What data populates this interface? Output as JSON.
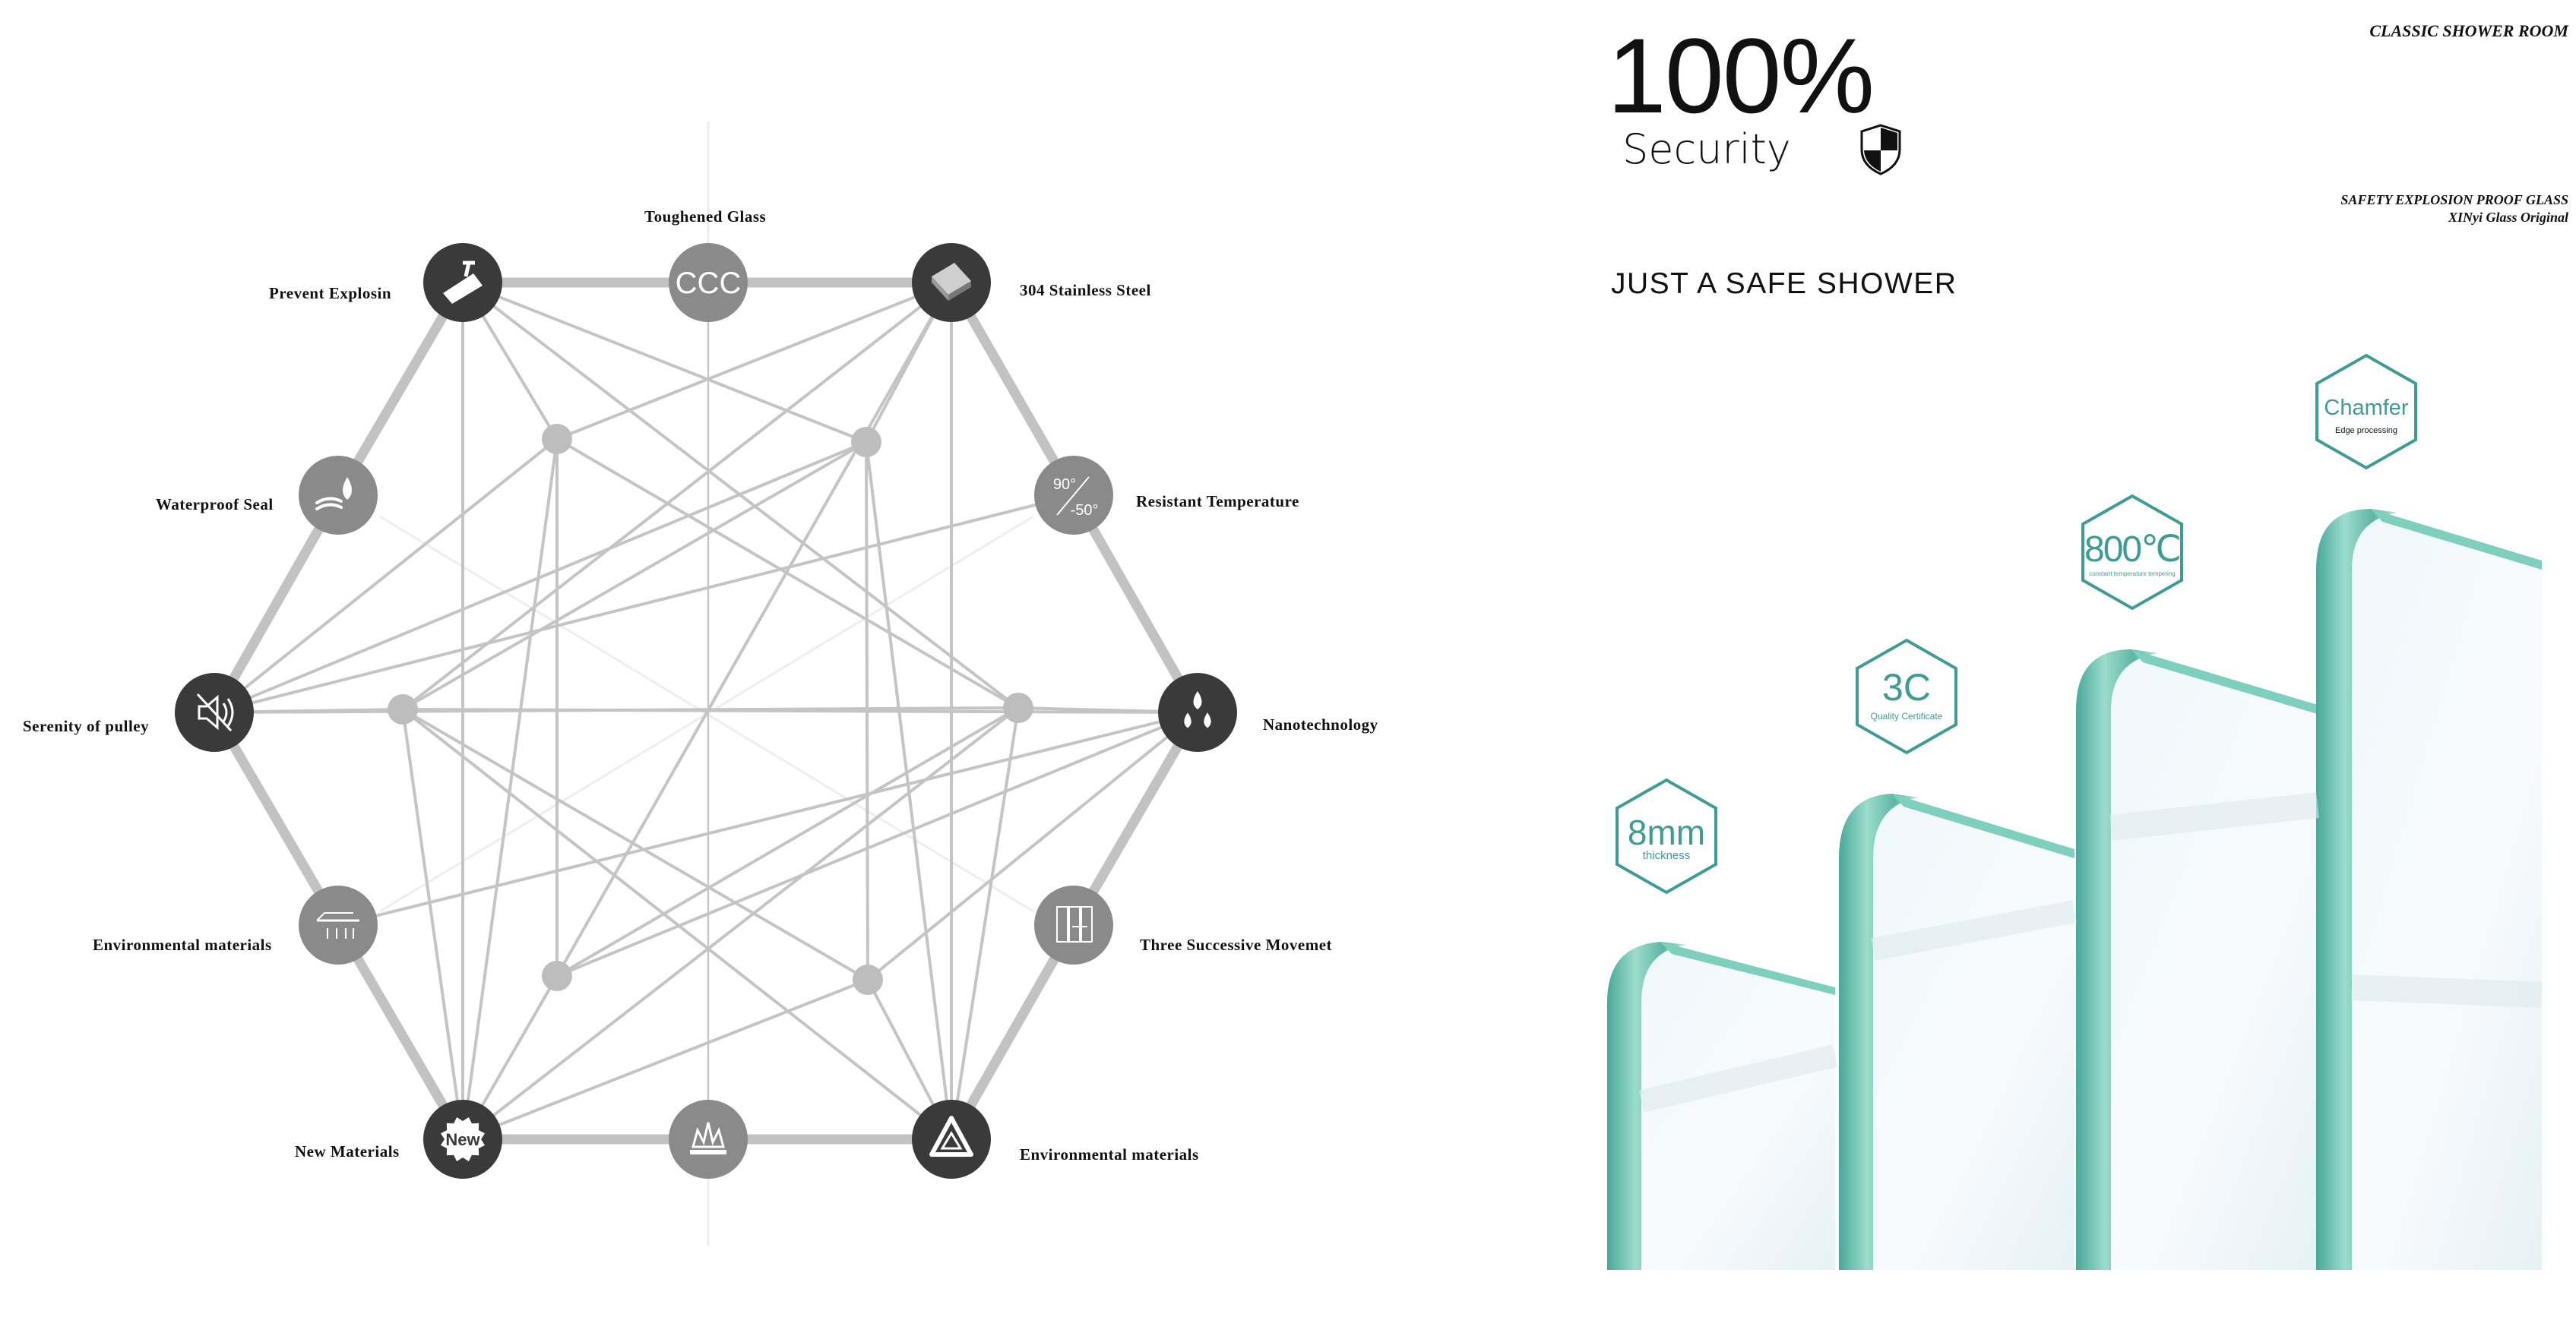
{
  "diagram": {
    "center_icon_labels": {
      "toughened": "CCC",
      "new": "New",
      "temp_hot": "90°",
      "temp_cold": "-50°"
    },
    "nodes": [
      {
        "id": "toughened-glass",
        "label": "Toughened Glass",
        "icon": "ccc-icon",
        "style": "mid"
      },
      {
        "id": "stainless-steel",
        "label": "304 Stainless Steel",
        "icon": "steel-bar-icon",
        "style": "dark"
      },
      {
        "id": "resistant-temperature",
        "label": "Resistant  Temperature",
        "icon": "temperature-icon",
        "style": "mid"
      },
      {
        "id": "nanotechnology",
        "label": "Nanotechnology",
        "icon": "water-drops-icon",
        "style": "dark"
      },
      {
        "id": "three-movement",
        "label": "Three Successive Movemet",
        "icon": "sliding-panels-icon",
        "style": "mid"
      },
      {
        "id": "environmental-materials-right",
        "label": "Environmental materials",
        "icon": "recycle-icon",
        "style": "dark"
      },
      {
        "id": "bottom-center",
        "label": "",
        "icon": "crown-icon",
        "style": "mid"
      },
      {
        "id": "new-materials",
        "label": "New Materials",
        "icon": "new-badge-icon",
        "style": "dark"
      },
      {
        "id": "environmental-materials-left",
        "label": "Environmental materials",
        "icon": "rain-icon",
        "style": "mid"
      },
      {
        "id": "serenity-pulley",
        "label": "Serenity of pulley",
        "icon": "mute-icon",
        "style": "dark"
      },
      {
        "id": "waterproof-seal",
        "label": "Waterproof Seal",
        "icon": "hand-drop-icon",
        "style": "mid"
      },
      {
        "id": "prevent-explosion",
        "label": "Prevent Explosin",
        "icon": "hammer-glass-icon",
        "style": "dark"
      }
    ]
  },
  "promo": {
    "percent": "100%",
    "security": "Security",
    "brand_title": "CLASSIC SHOWER ROOM",
    "safety_line1": "SAFETY EXPLOSION PROOF GLASS",
    "safety_line2": "XINyi Glass Original",
    "tagline": "JUST A SAFE SHOWER",
    "badges": [
      {
        "main": "8mm",
        "sub": "thickness"
      },
      {
        "main": "3C",
        "sub": "Quality Certificate"
      },
      {
        "main": "800℃",
        "sub": "constant temperature tempering"
      },
      {
        "main": "Chamfer",
        "sub": "Edge processing"
      }
    ]
  },
  "colors": {
    "dark_node": "#3a3a3a",
    "mid_node": "#8a8a8a",
    "connector": "#c4c4c4",
    "hexagon": "#3f9c94",
    "glass_edge": "#6fc7b5"
  }
}
